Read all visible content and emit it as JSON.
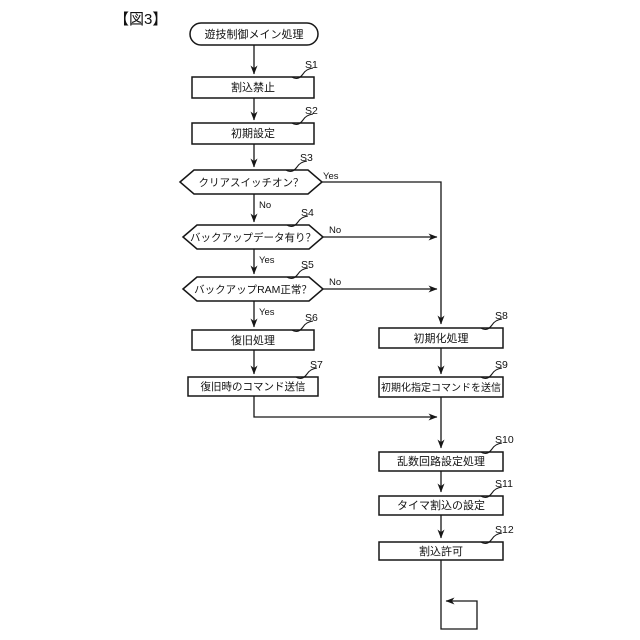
{
  "figure_title": "【図3】",
  "flowchart": {
    "start": {
      "label": "遊技制御メイン処理"
    },
    "steps": {
      "s1": {
        "id": "S1",
        "label": "割込禁止"
      },
      "s2": {
        "id": "S2",
        "label": "初期設定"
      },
      "s3": {
        "id": "S3",
        "label": "クリアスイッチオン？"
      },
      "s4": {
        "id": "S4",
        "label": "バックアップデータ有り？"
      },
      "s5": {
        "id": "S5",
        "label": "バックアップRAM正常？"
      },
      "s6": {
        "id": "S6",
        "label": "復旧処理"
      },
      "s7": {
        "id": "S7",
        "label": "復旧時のコマンド送信"
      },
      "s8": {
        "id": "S8",
        "label": "初期化処理"
      },
      "s9": {
        "id": "S9",
        "label": "初期化指定コマンドを送信"
      },
      "s10": {
        "id": "S10",
        "label": "乱数回路設定処理"
      },
      "s11": {
        "id": "S11",
        "label": "タイマ割込の設定"
      },
      "s12": {
        "id": "S12",
        "label": "割込許可"
      }
    },
    "branches": {
      "s3_yes": "Yes",
      "s3_no": "No",
      "s4_no": "No",
      "s4_yes": "Yes",
      "s5_no": "No",
      "s5_yes": "Yes"
    },
    "colors": {
      "line": "#161616",
      "background": "#ffffff",
      "text": "#111111"
    }
  }
}
